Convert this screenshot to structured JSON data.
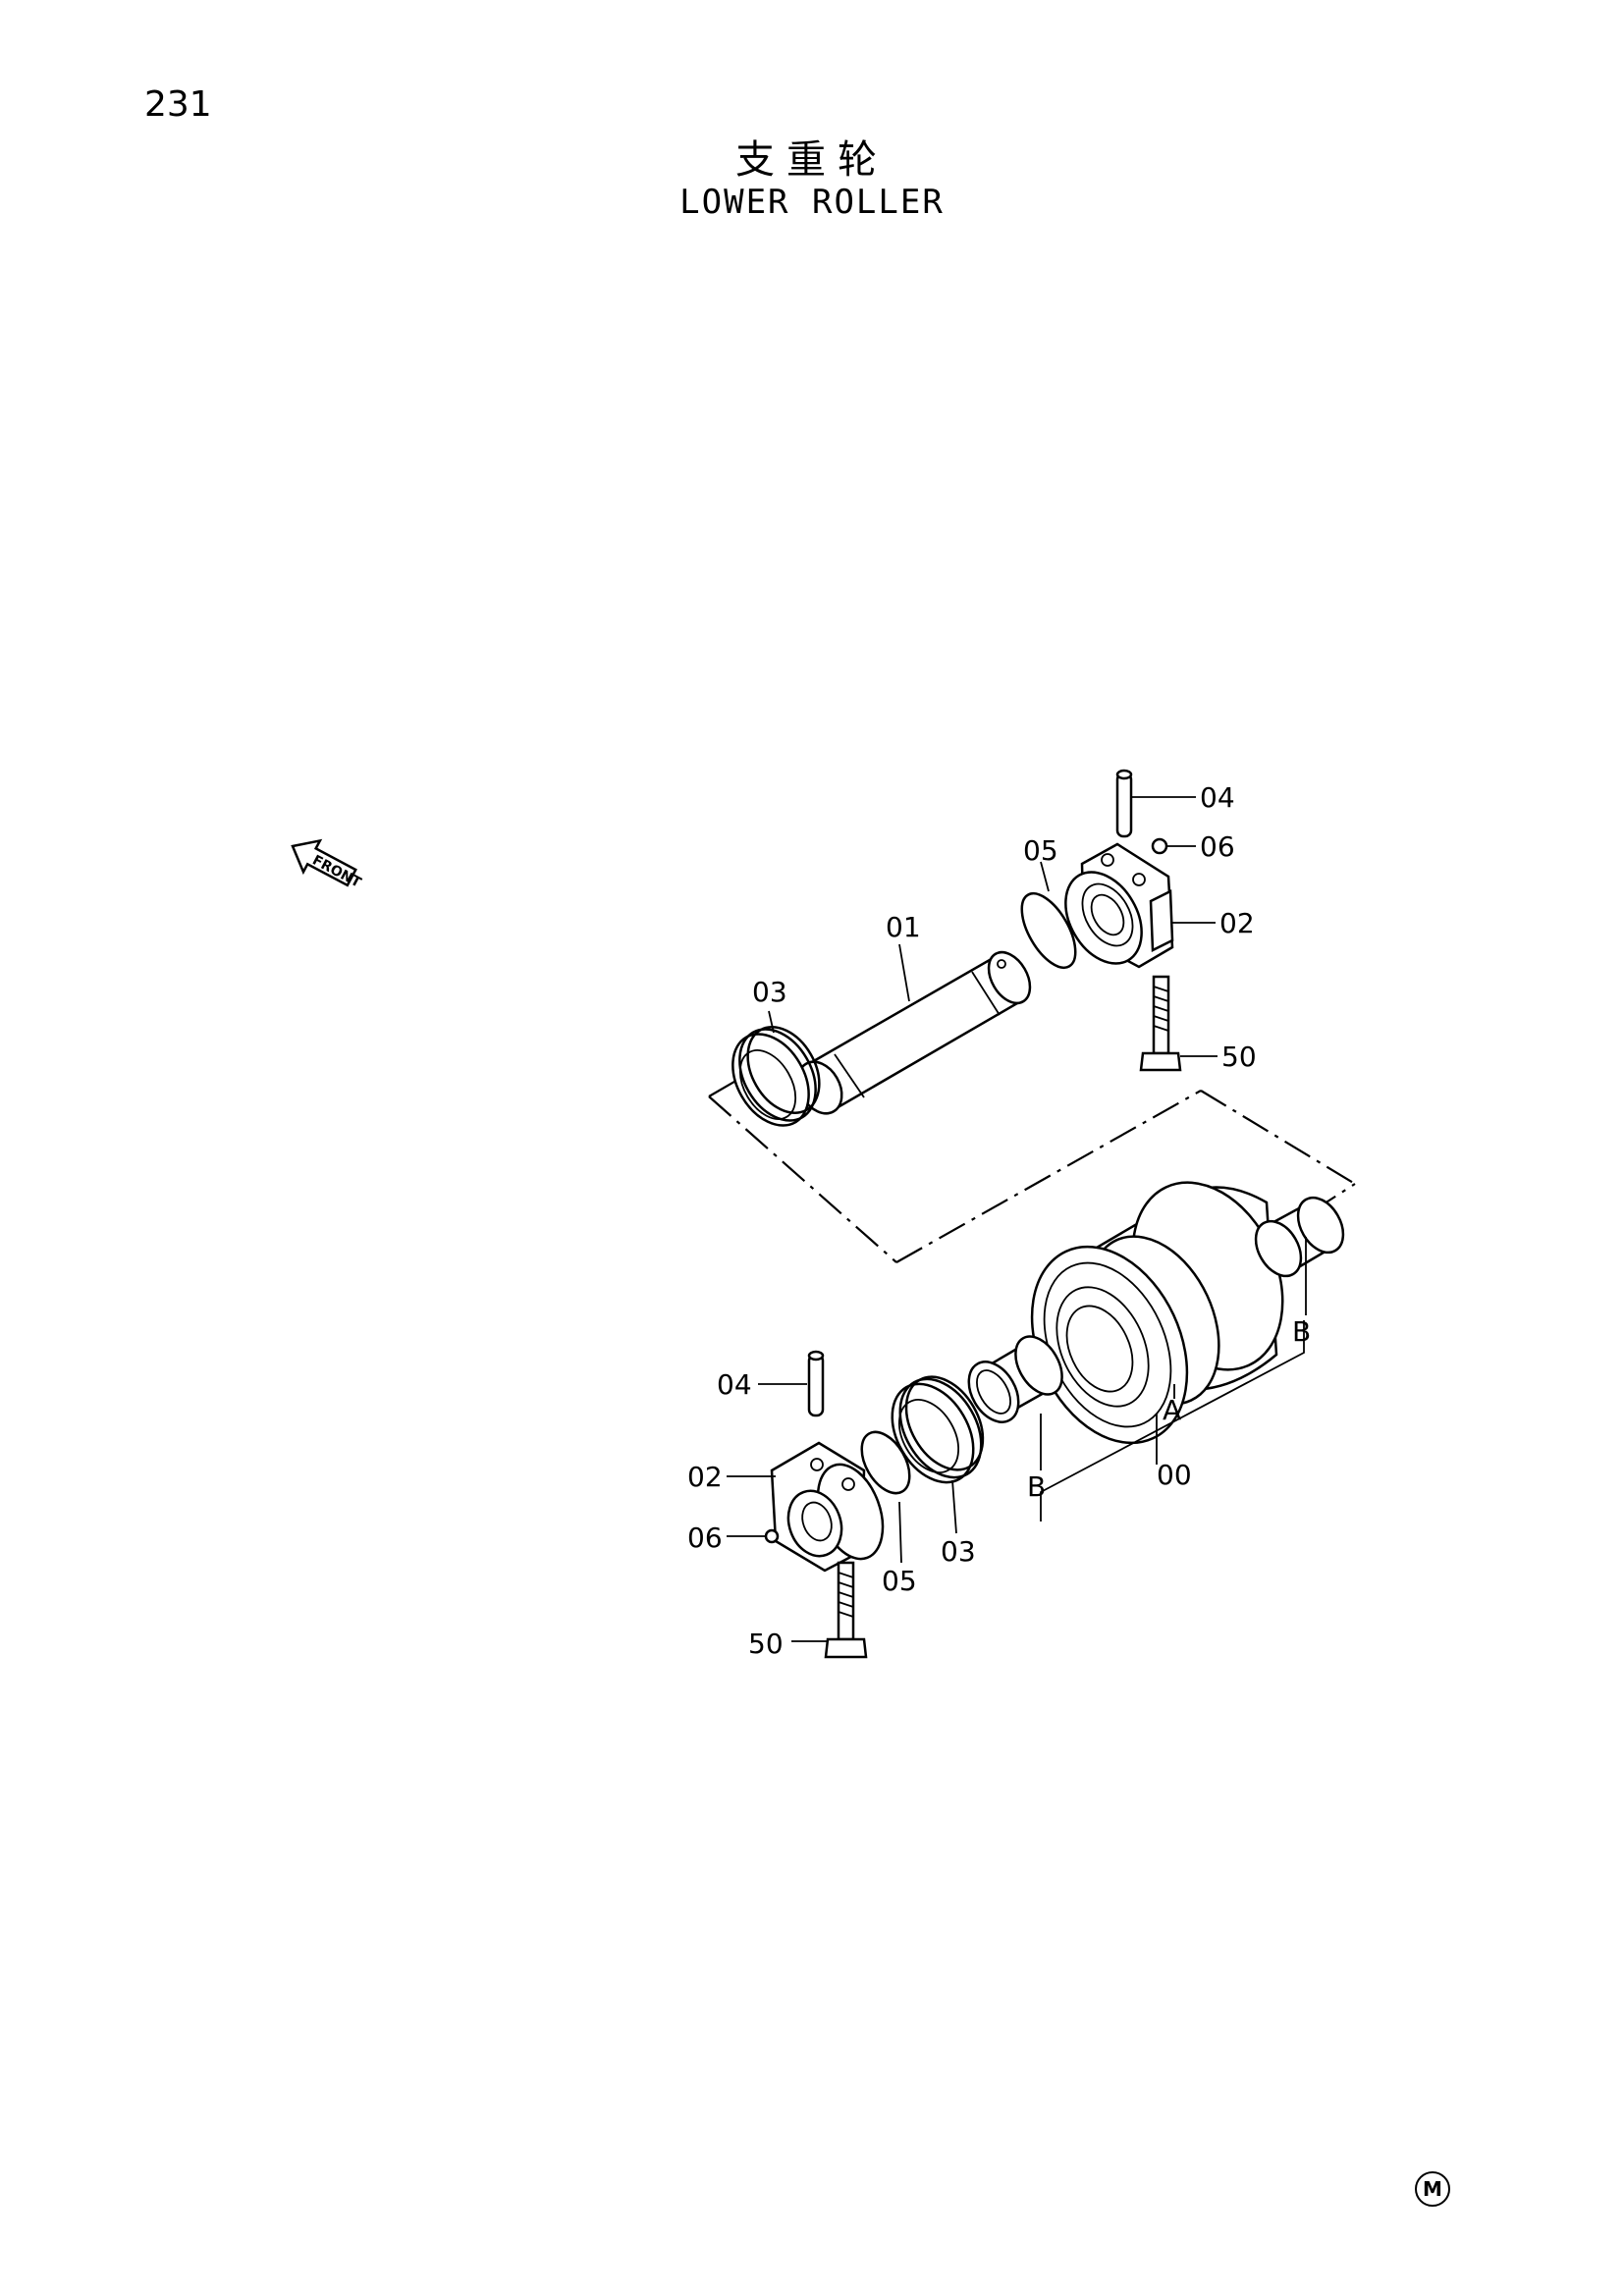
{
  "header": {
    "page_number": "231",
    "title_cn": "支重轮",
    "title_en": "LOWER ROLLER"
  },
  "diagram": {
    "front_label": "FRONT",
    "callouts": {
      "top_04": "04",
      "top_06": "06",
      "top_05": "05",
      "top_01": "01",
      "top_02": "02",
      "top_03": "03",
      "top_50": "50",
      "bot_04": "04",
      "bot_02": "02",
      "bot_06": "06",
      "bot_50": "50",
      "bot_05": "05",
      "bot_03": "03",
      "bot_00": "00",
      "ref_A": "A",
      "ref_B_right": "B",
      "ref_B_left": "B"
    }
  },
  "footer": {
    "marker": "M"
  }
}
